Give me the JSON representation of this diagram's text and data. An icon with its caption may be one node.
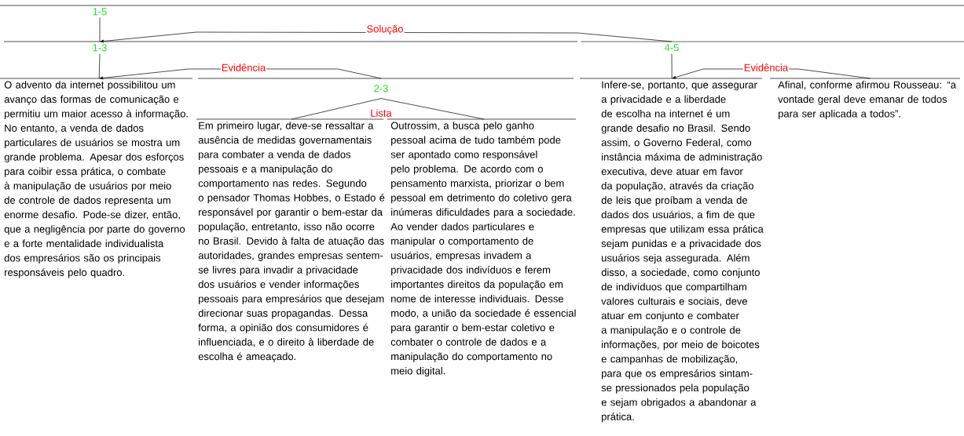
{
  "diagram": {
    "nodes": [
      {
        "text": [
          "1-5"
        ]
      },
      {
        "text": [
          "1-3"
        ]
      },
      {
        "text": [
          "O advento da internet possibilitou um avanço das formas de comunicação e permitiu um maior acesso à informação. No entanto, a venda de dados particulares de usuários se mostra um grande problema. Apesar dos esforços para coibir essa prática, o combate à manipulação de usuários por meio de controle de dados representa um enorme desafio. Pode-se dizer, então, que a negligência por parte do governo e a forte mentalidade individualista dos empresários são os principais responsáveis pelo quadro."
        ]
      },
      {
        "text": [
          "2-3"
        ]
      },
      {
        "text": [
          "Em primeiro lugar, deve-se ressaltar a ausência de medidas governamentais para combater a venda de dados pessoais e a manipulação do comportamento nas redes. Segundo o pensador Thomas Hobbes, o Estado é responsável por garantir o bem-estar da população, entretanto, isso não ocorre no Brasil. Devido à falta de atuação das autoridades, grandes empresas sentem-se livres para invadir a privacidade dos usuários e vender informações pessoais para empresários que desejam direcionar suas propagandas. Dessa forma, a opinião dos consumidores é influenciada, e o direito à liberdade de escolha é ameaçado."
        ]
      },
      {
        "text": [
          "Outrossim, a busca pelo ganho pessoal acima de tudo também pode ser apontado como responsável pelo problema. De acordo com o pensamento marxista, priorizar o bem pessoal em detrimento do coletivo gera inúmeras dificuldades para a sociedade. Ao vender dados particulares e manipular o comportamento de usuários, empresas invadem a privacidade dos indivíduos e ferem importantes direitos da população em nome de interesse individuais. Desse modo, a união da sociedade é essencial para garantir o bem-estar coletivo e combater o controle de dados e a manipulação do comportamento no meio digital."
        ]
      },
      {
        "text": [
          "4-5"
        ]
      },
      {
        "text": [
          "Infere-se, portanto, que assegurar a privacidade e a liberdade de escolha na internet é um grande desafio no Brasil. Sendo assim, o Governo Federal, como instância máxima de administração executiva, deve atuar em favor da população, através da criação de leis que proíbam a venda de dados dos usuários, a fim de que empresas que utilizam essa prática sejam punidas e a privacidade dos usuários seja assegurada. Além disso, a sociedade, como conjunto de indivíduos que compartilham valores culturais e sociais, deve atuar em conjunto e combater a manipulação e o controle de informações, por meio de boicotes e campanhas de mobilização, para que os empresários sintam-se pressionados pela população e sejam obrigados a abandonar a prática."
        ]
      },
      {
        "text": [
          "Afinal, conforme afirmou Rousseau: “a vontade geral deve emanar de todos para ser aplicada a todos”."
        ]
      }
    ],
    "edges": [
      {
        "from": 0,
        "to": 1,
        "arrow": "none"
      },
      {
        "from": 6,
        "to": 1,
        "arrow": "to",
        "label": "Solução"
      },
      {
        "from": 1,
        "to": 2,
        "arrow": "none"
      },
      {
        "from": 3,
        "to": 2,
        "arrow": "to",
        "label": "Evidência"
      },
      {
        "from": 3,
        "to": 4,
        "arrow": "none"
      },
      {
        "from": 3,
        "to": 5,
        "arrow": "none"
      },
      {
        "from": 6,
        "to": 7,
        "arrow": "none"
      },
      {
        "from": 8,
        "to": 7,
        "arrow": "to",
        "label": "Evidência"
      }
    ],
    "labels": [
      "Lista"
    ]
  }
}
